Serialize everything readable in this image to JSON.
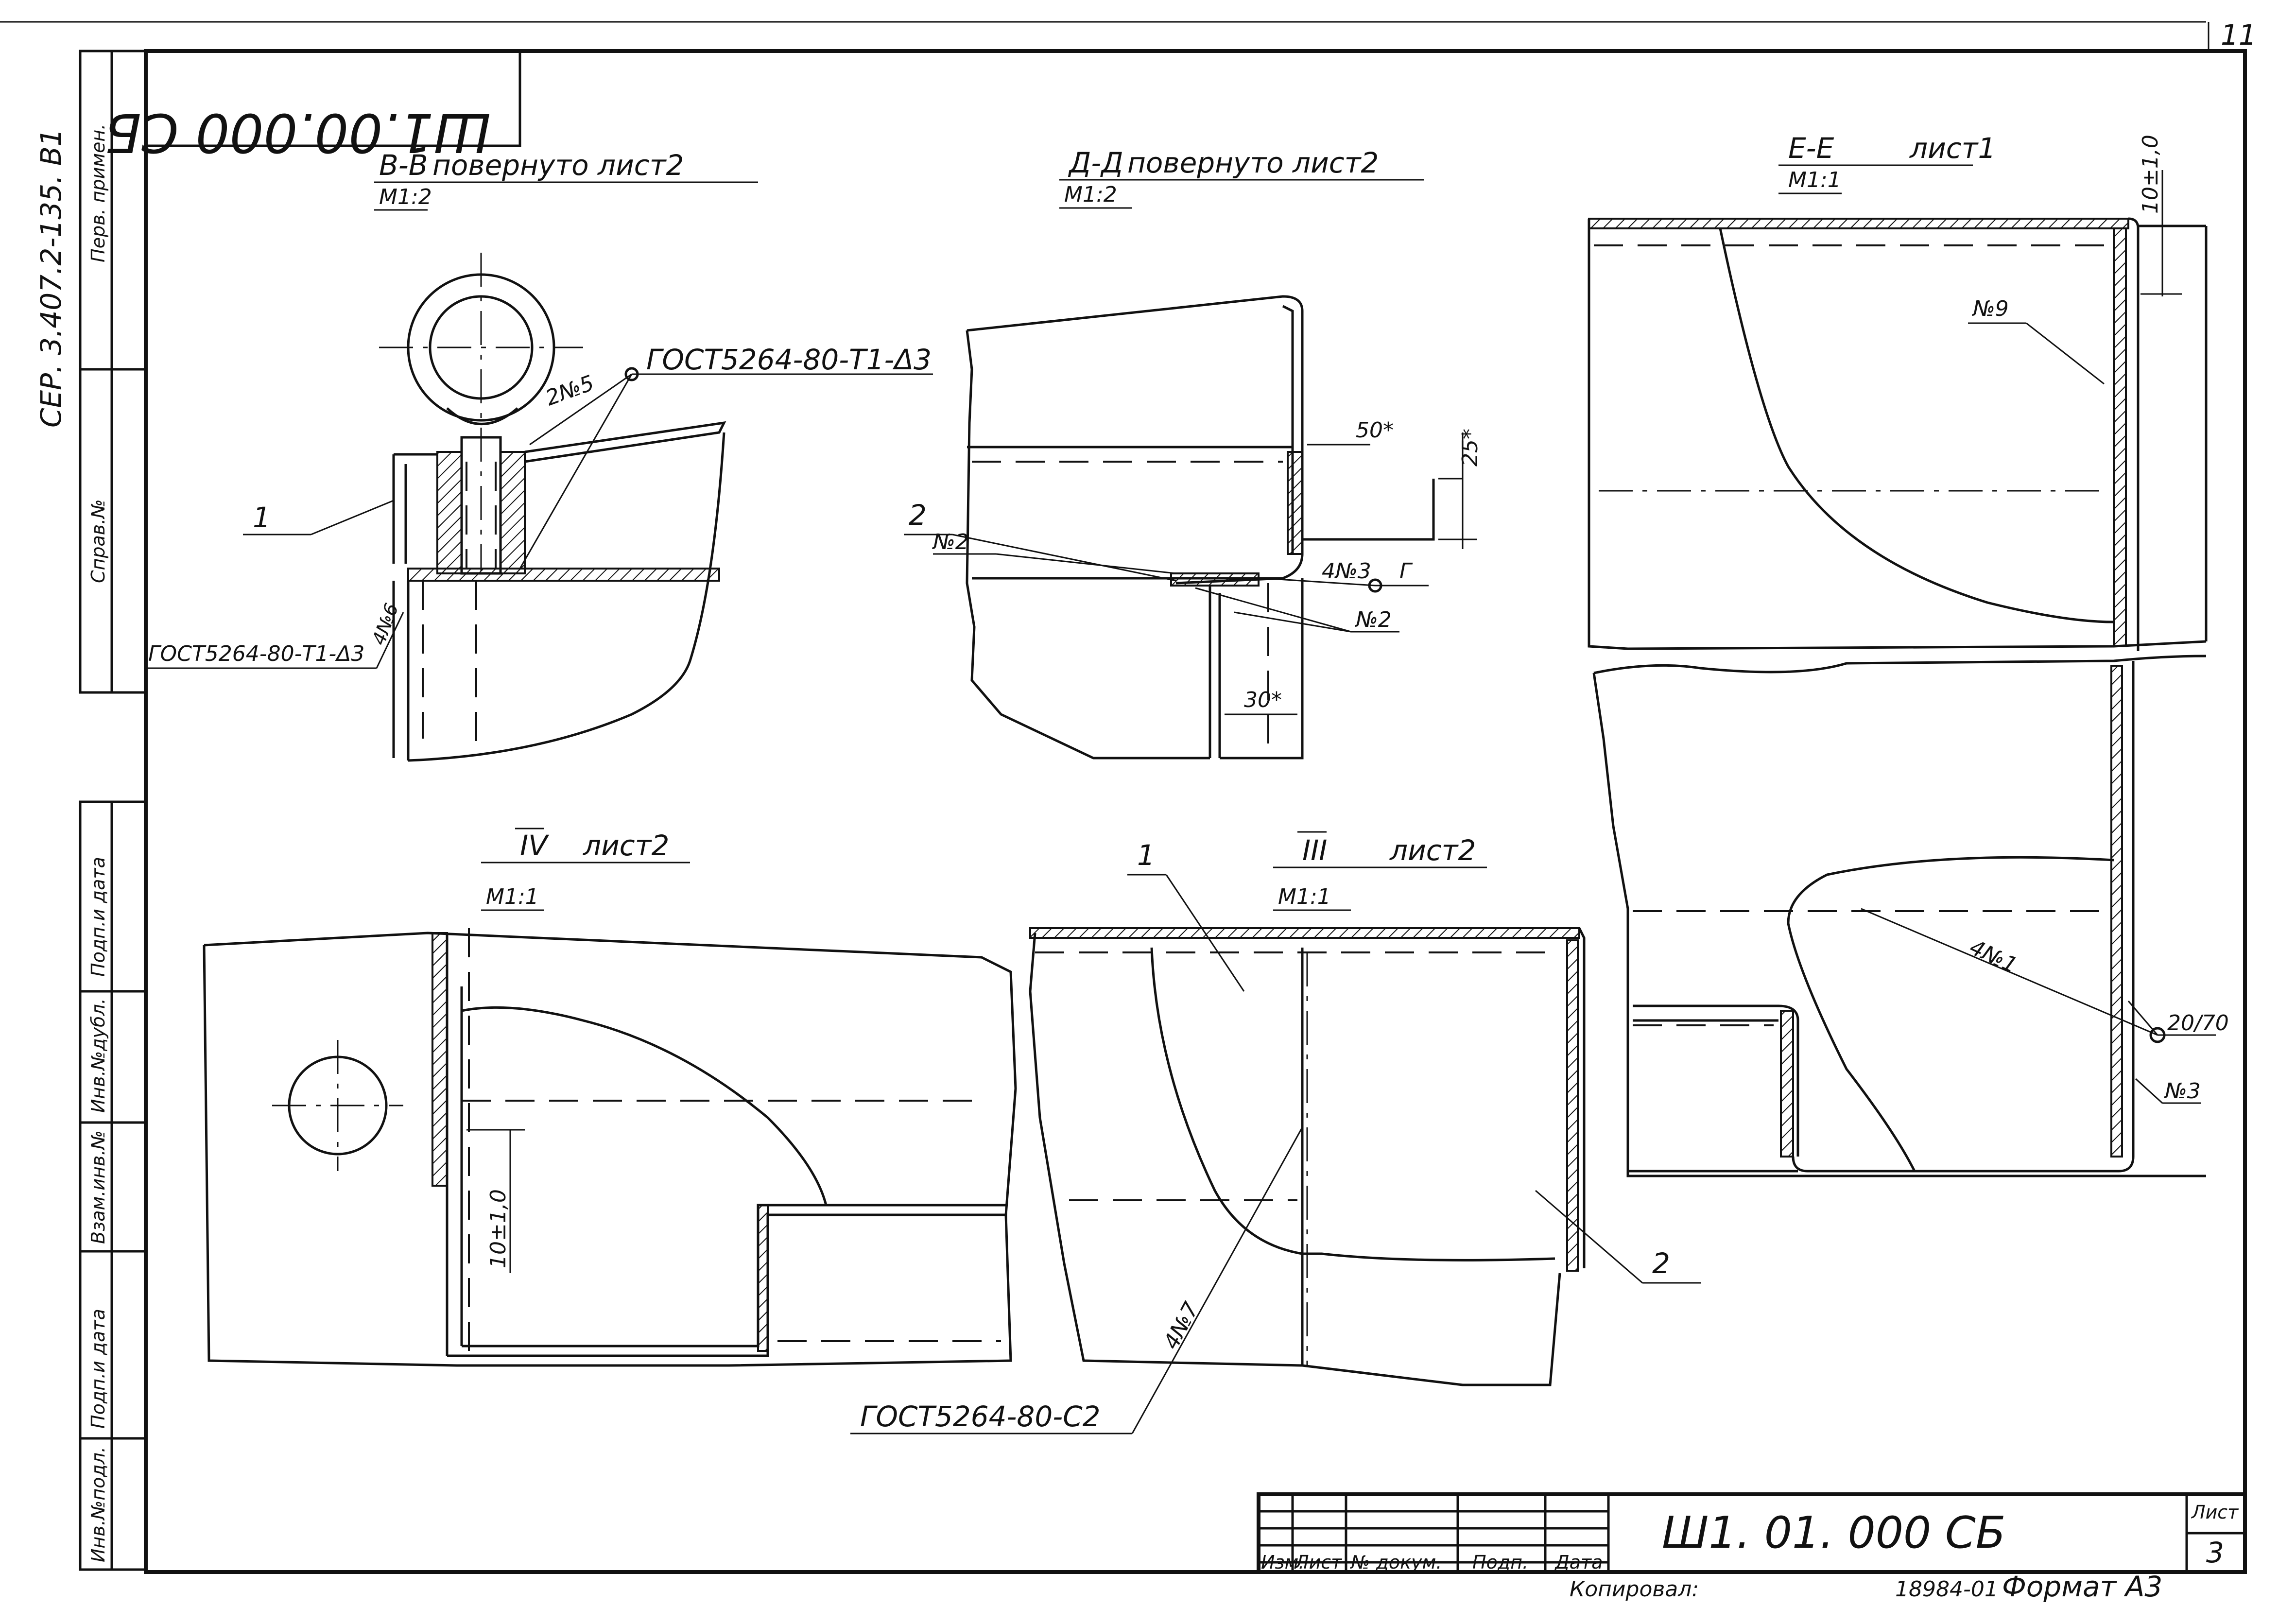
{
  "sheet_corner_number": "11",
  "rotated_code_top": "Ш1.00.000 СБ",
  "side_series": "СЕР. 3.407.2-135. В1",
  "side_fields": {
    "perv_primen": "Перв. примен.",
    "sprav_no": "Справ.№",
    "podp_data_1": "Подп.и дата",
    "inv_dubl": "Инв.№дубл.",
    "vzam_inv": "Взам.инв.№",
    "podp_data_2": "Подп.и дата",
    "inv_podl": "Инв.№подл."
  },
  "views": {
    "bb": {
      "title": "В-В",
      "note": "повернуто лист2",
      "scale": "М1:2"
    },
    "dd": {
      "title": "Д-Д",
      "note": "повернуто лист2",
      "scale": "М1:2"
    },
    "ee": {
      "title": "Е-Е",
      "note": "лист1",
      "scale": "М1:1"
    },
    "iv": {
      "title": "IV",
      "note": "лист2",
      "scale": "М1:1"
    },
    "iii": {
      "title": "III",
      "note": "лист2",
      "scale": "М1:1"
    }
  },
  "annotations": {
    "gost_t1": "ГОСТ5264-80-Т1-Δ3",
    "gost_t1_left": "ГОСТ5264-80-Т1-Δ3",
    "gost_c2": "ГОСТ5264-80-С2",
    "weld_2no5": "2№5",
    "weld_4no6": "4№6",
    "pos_1_bb": "1",
    "pos_2_dd": "2",
    "no2_a": "№2",
    "no2_b": "№2",
    "weld_4no3": "4№3",
    "mark_g": "Г",
    "dim_50": "50*",
    "dim_25": "25*",
    "dim_30": "30*",
    "dim_10_ee": "10±1,0",
    "no9": "№9",
    "weld_4no1": "4№1",
    "weld_20_70": "20/70",
    "no3": "№3",
    "dim_10_iv": "10±1,0",
    "pos_1_iii": "1",
    "pos_2_iii": "2",
    "weld_4no7": "4№7"
  },
  "title_block": {
    "headers": [
      "Изм.",
      "Лист",
      "№ докум.",
      "Подп.",
      "Дата"
    ],
    "code": "Ш1. 01. 000 СБ",
    "sheet_label": "Лист",
    "sheet_value": "3",
    "copied": "Копировал:",
    "doc_number": "18984-01",
    "format": "Формат А3"
  },
  "colors": {
    "ink": "#111111",
    "paper": "#ffffff"
  }
}
